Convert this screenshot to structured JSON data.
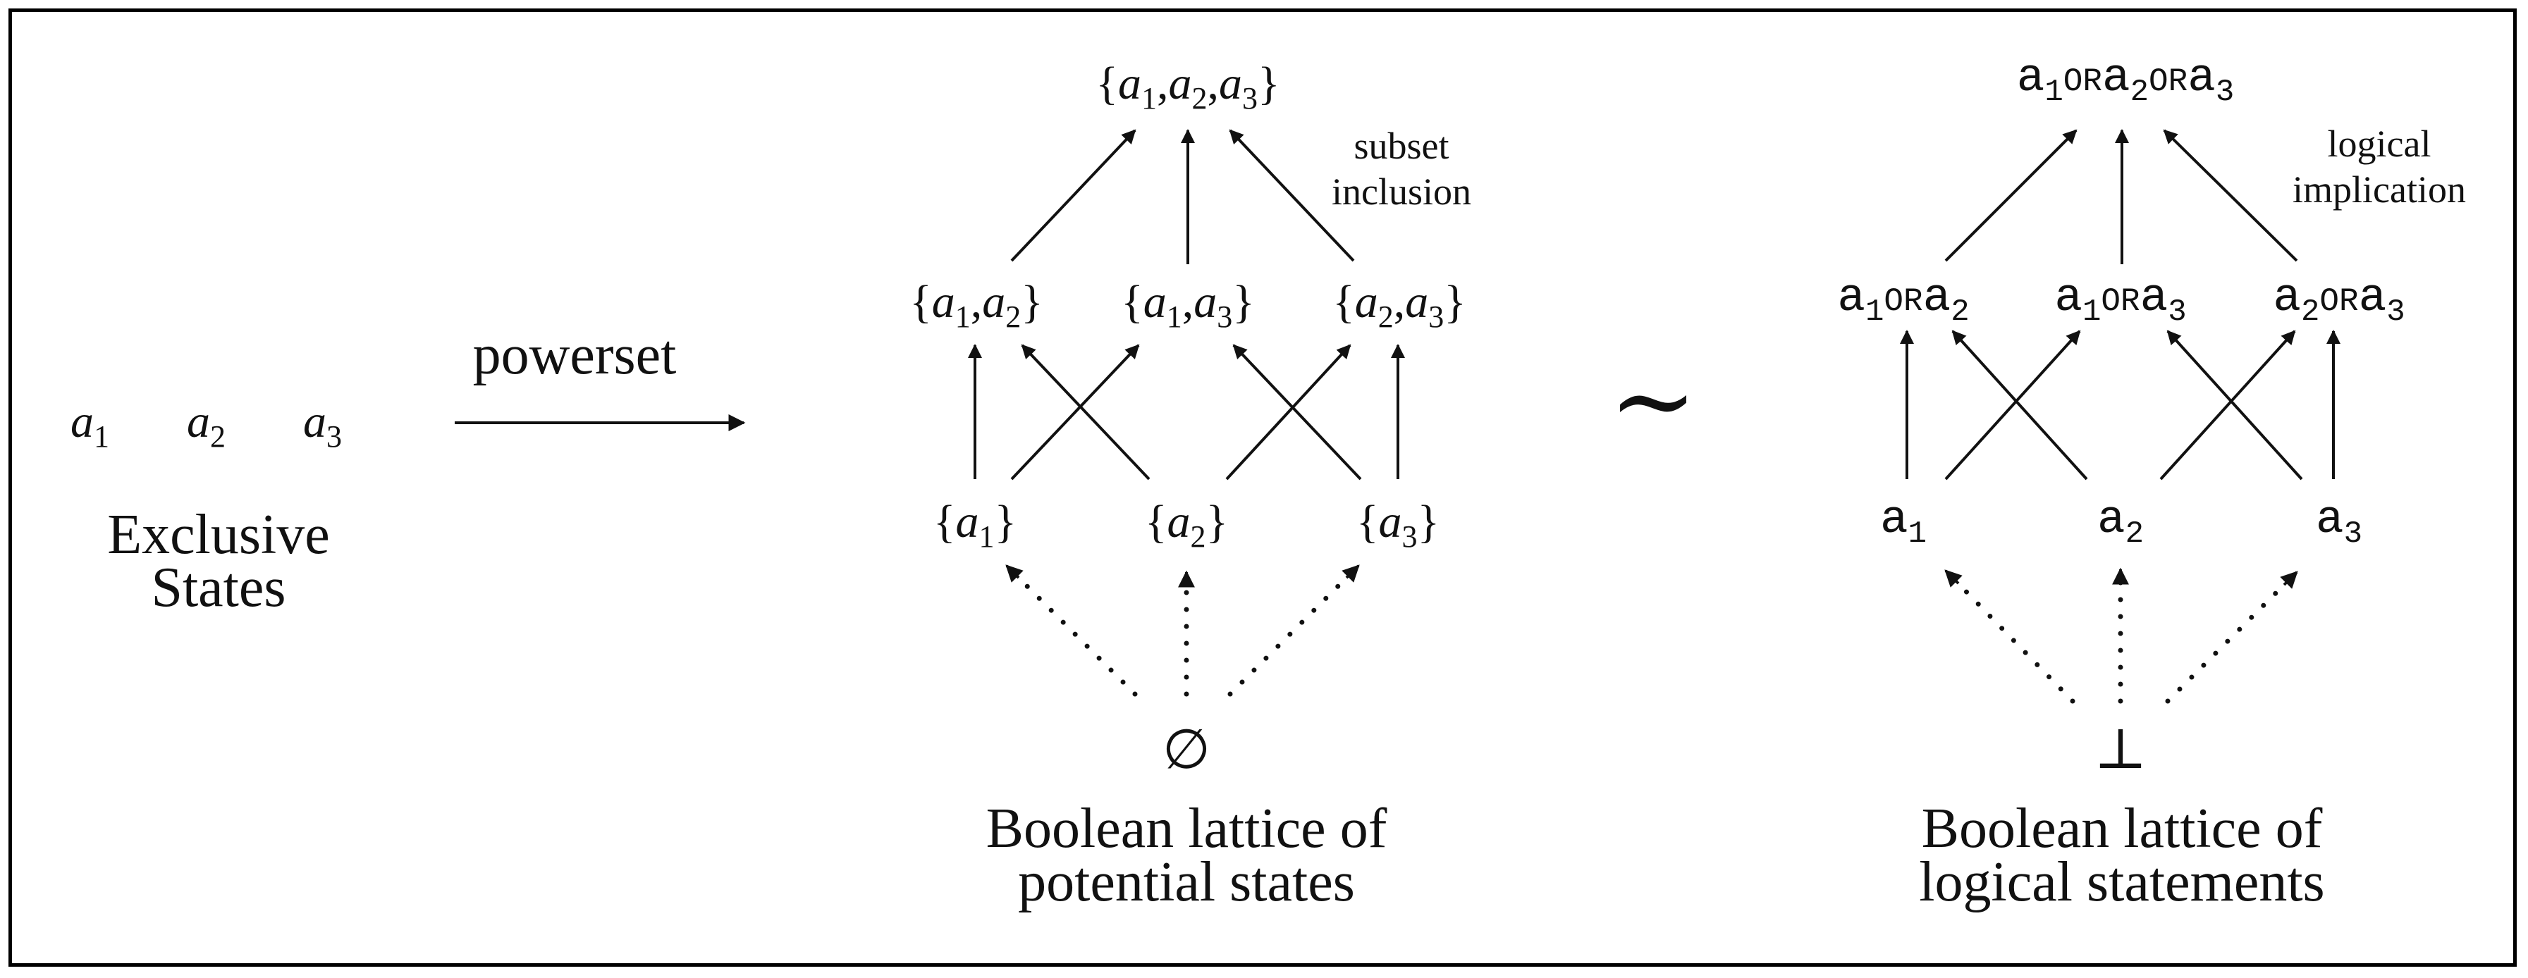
{
  "exclusive_states": {
    "items": [
      "a",
      "a",
      "a"
    ],
    "subs": [
      "1",
      "2",
      "3"
    ],
    "caption_line1": "Exclusive",
    "caption_line2": "States"
  },
  "powerset_label": "powerset",
  "left_lattice": {
    "top": "{a1,a2,a3}",
    "middle": [
      "{a1,a2}",
      "{a1,a3}",
      "{a2,a3}"
    ],
    "lower": [
      "{a1}",
      "{a2}",
      "{a3}"
    ],
    "bottom": "∅",
    "annotation_line1": "subset",
    "annotation_line2": "inclusion",
    "caption_line1": "Boolean lattice of",
    "caption_line2": "potential states"
  },
  "equivalence_symbol": "∼",
  "right_lattice": {
    "top": "a1ORa2ORa3",
    "middle": [
      "a1ORa2",
      "a1ORa3",
      "a2ORa3"
    ],
    "lower": [
      "a1",
      "a2",
      "a3"
    ],
    "bottom": "⊥",
    "or_word": "OR",
    "annotation_line1": "logical",
    "annotation_line2": "implication",
    "caption_line1": "Boolean lattice of",
    "caption_line2": "logical statements"
  }
}
